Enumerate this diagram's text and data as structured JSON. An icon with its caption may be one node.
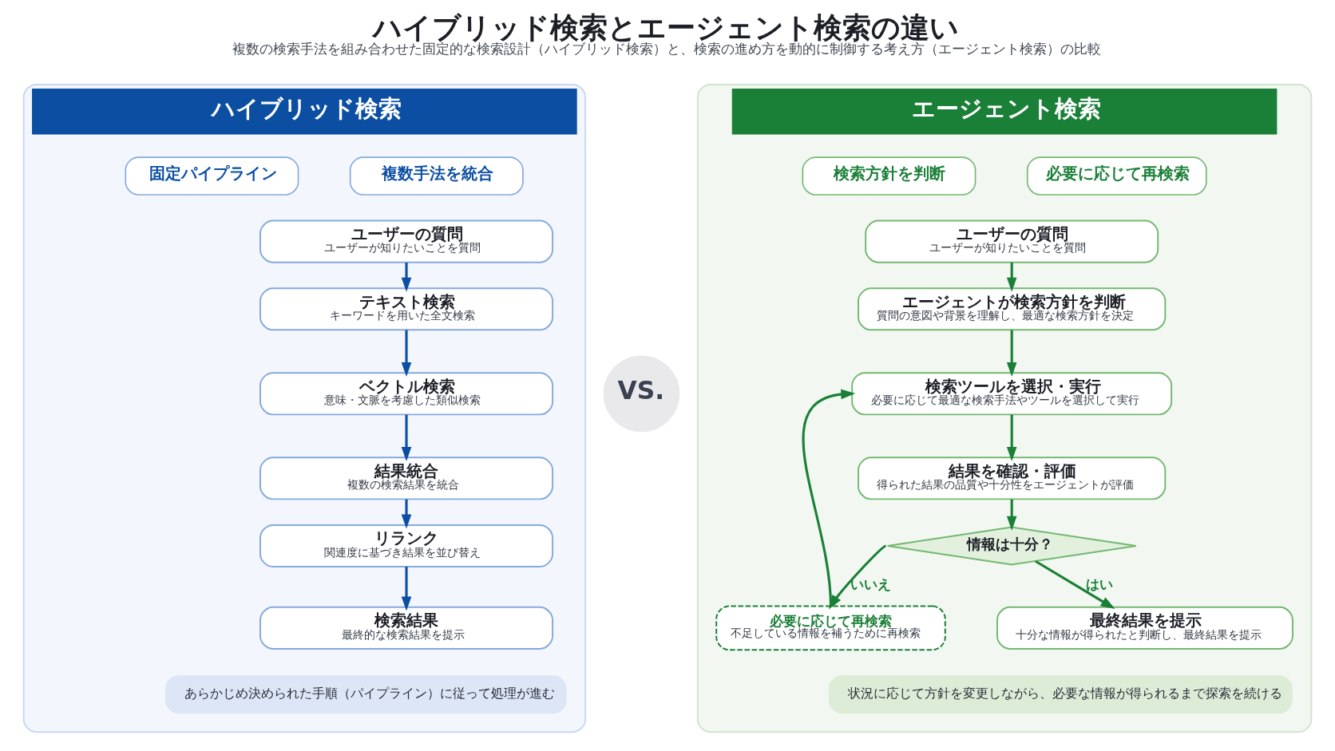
{
  "diagram": {
    "title": "ハイブリッド検索とエージェント検索の違い",
    "caption": "複数の検索手法を組み合わせた固定的な検索設計（ハイブリッド検索）と、検索の進め方を動的に制御する考え方（エージェント検索）の比較",
    "nodes": [
      {
        "text": [
          "ハイブリッド検索"
        ]
      },
      {
        "text": [
          "固定パイプライン"
        ],
        "in": 0
      },
      {
        "text": [
          "複数手法を統合"
        ],
        "in": 0
      },
      {
        "text": [
          "ユーザーの質問",
          "ユーザーが知りたいことを質問"
        ],
        "in": 0
      },
      {
        "text": [
          "テキスト検索",
          "キーワードを用いた全文検索"
        ],
        "in": 0
      },
      {
        "text": [
          "ベクトル検索",
          "意味・文脈を考慮した類似検索"
        ],
        "in": 0
      },
      {
        "text": [
          "結果統合",
          "複数の検索結果を統合"
        ],
        "in": 0
      },
      {
        "text": [
          "リランク",
          "関連度に基づき結果を並び替え"
        ],
        "in": 0
      },
      {
        "text": [
          "検索結果",
          "最終的な検索結果を提示"
        ],
        "in": 0
      },
      {
        "text": [
          "あらかじめ決められた手順（パイプライン）に従って処理が進む"
        ],
        "in": 0
      },
      {
        "text": [
          "VS."
        ]
      },
      {
        "text": [
          "エージェント検索"
        ]
      },
      {
        "text": [
          "検索方針を判断"
        ],
        "in": 11
      },
      {
        "text": [
          "必要に応じて再検索"
        ],
        "in": 11
      },
      {
        "text": [
          "ユーザーの質問",
          "ユーザーが知りたいことを質問"
        ],
        "in": 11
      },
      {
        "text": [
          "エージェントが検索方針を判断",
          "質問の意図や背景を理解し、最適な検索方針を決定"
        ],
        "in": 11
      },
      {
        "text": [
          "検索ツールを選択・実行",
          "必要に応じて最適な検索手法やツールを選択して実行"
        ],
        "in": 11
      },
      {
        "text": [
          "結果を確認・評価",
          "得られた結果の品質や十分性をエージェントが評価"
        ],
        "in": 11
      },
      {
        "text": [
          "情報は十分？"
        ],
        "in": 11
      },
      {
        "text": [
          "最終結果を提示",
          "十分な情報が得られたと判断し、最終結果を提示"
        ],
        "in": 11
      },
      {
        "text": [
          "必要に応じて再検索",
          "不足している情報を補うために再検索"
        ],
        "in": 11
      },
      {
        "text": [
          "状況に応じて方針を変更しながら、必要な情報が得られるまで探索を続ける"
        ],
        "in": 11
      }
    ],
    "edges": [
      {
        "from": 3,
        "to": 4,
        "arrow": "to",
        "color": "#0b4ea2"
      },
      {
        "from": 4,
        "to": 5,
        "arrow": "to",
        "color": "#0b4ea2"
      },
      {
        "from": 5,
        "to": 6,
        "arrow": "to",
        "color": "#0b4ea2"
      },
      {
        "from": 6,
        "to": 7,
        "arrow": "to",
        "color": "#0b4ea2"
      },
      {
        "from": 7,
        "to": 8,
        "arrow": "to",
        "color": "#0b4ea2"
      },
      {
        "from": 14,
        "to": 15,
        "arrow": "to"
      },
      {
        "from": 15,
        "to": 16,
        "arrow": "to"
      },
      {
        "from": 16,
        "to": 17,
        "arrow": "to"
      },
      {
        "from": 17,
        "to": 18,
        "arrow": "to"
      },
      {
        "from": 18,
        "to": 19,
        "arrow": "to",
        "label": "はい"
      },
      {
        "from": 18,
        "to": 20,
        "arrow": "to",
        "label": "いいえ"
      },
      {
        "from": 20,
        "to": 16,
        "arrow": "to"
      }
    ]
  }
}
